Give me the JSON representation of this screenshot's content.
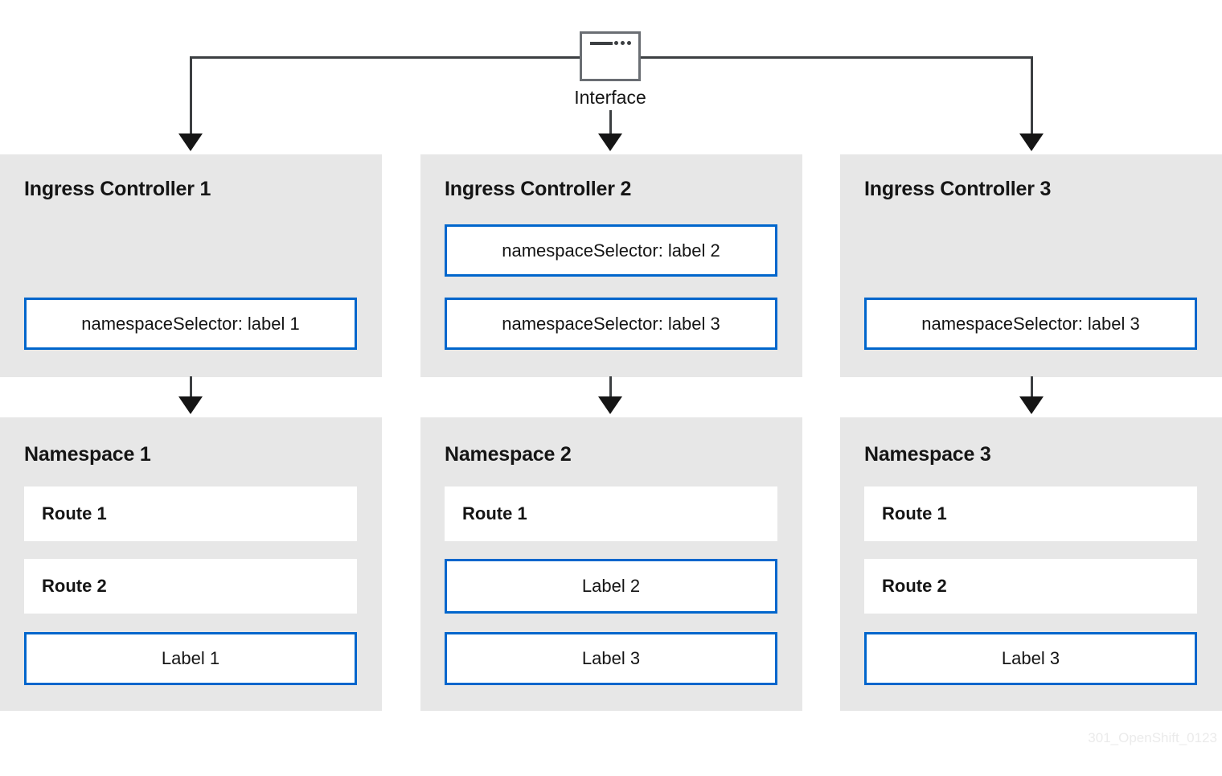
{
  "diagram": {
    "watermark": "301_OpenShift_0123",
    "colors": {
      "panel_background": "#e7e7e7",
      "accent_blue": "#0066cc",
      "connector": "#3c3f42",
      "text": "#151515",
      "watermark": "#ebebeb"
    },
    "interface": {
      "label": "Interface",
      "icon": "window-icon"
    },
    "columns": [
      {
        "controller": {
          "title": "Ingress Controller 1",
          "selectors": [
            {
              "text": "namespaceSelector: label 1"
            }
          ]
        },
        "namespace": {
          "title": "Namespace 1",
          "items": [
            {
              "text": "Route 1",
              "style": "route"
            },
            {
              "text": "Route 2",
              "style": "route"
            },
            {
              "text": "Label 1",
              "style": "label"
            }
          ]
        }
      },
      {
        "controller": {
          "title": "Ingress Controller 2",
          "selectors": [
            {
              "text": "namespaceSelector: label 2"
            },
            {
              "text": "namespaceSelector: label 3"
            }
          ]
        },
        "namespace": {
          "title": "Namespace 2",
          "items": [
            {
              "text": "Route 1",
              "style": "route"
            },
            {
              "text": "Label 2",
              "style": "label"
            },
            {
              "text": "Label 3",
              "style": "label"
            }
          ]
        }
      },
      {
        "controller": {
          "title": "Ingress Controller 3",
          "selectors": [
            {
              "text": "namespaceSelector: label 3"
            }
          ]
        },
        "namespace": {
          "title": "Namespace 3",
          "items": [
            {
              "text": "Route 1",
              "style": "route"
            },
            {
              "text": "Route 2",
              "style": "route"
            },
            {
              "text": "Label 3",
              "style": "label"
            }
          ]
        }
      }
    ]
  }
}
